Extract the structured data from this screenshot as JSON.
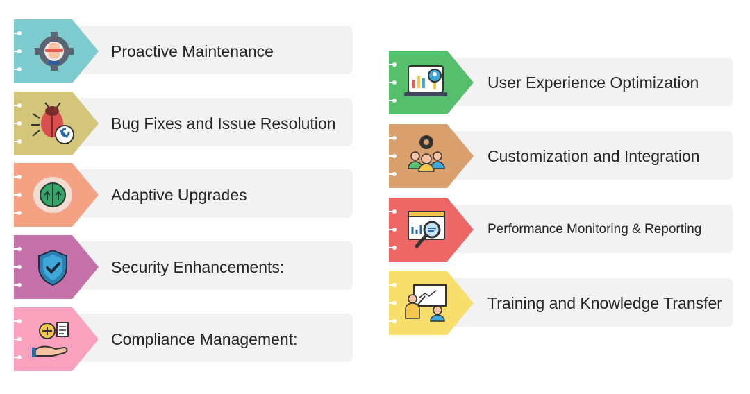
{
  "left_column": [
    {
      "label": "Proactive Maintenance",
      "color": "#7ecbcf",
      "icon": "gear-wrench-hand-icon"
    },
    {
      "label": "Bug Fixes and Issue Resolution",
      "color": "#d3c579",
      "icon": "bug-wrench-icon"
    },
    {
      "label": "Adaptive Upgrades",
      "color": "#f4a283",
      "icon": "brain-upgrade-icon"
    },
    {
      "label": "Security Enhancements:",
      "color": "#c571a9",
      "icon": "shield-check-icon"
    },
    {
      "label": "Compliance Management:",
      "color": "#f9a1bd",
      "icon": "scales-document-hand-icon"
    }
  ],
  "right_column": [
    {
      "label": "User Experience Optimization",
      "color": "#56bf6e",
      "icon": "laptop-analytics-user-icon"
    },
    {
      "label": "Customization and Integration",
      "color": "#d9a06e",
      "icon": "team-gear-icon"
    },
    {
      "label": "Performance Monitoring & Reporting",
      "color": "#ec6766",
      "icon": "report-magnifier-icon"
    },
    {
      "label": "Training and Knowledge Transfer",
      "color": "#f8df6c",
      "icon": "presentation-training-icon"
    }
  ]
}
